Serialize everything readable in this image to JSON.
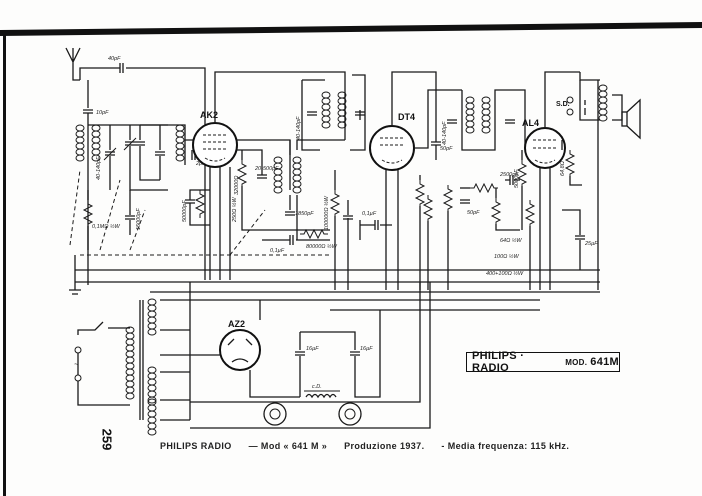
{
  "title_box": {
    "brand": "PHILIPS · RADIO",
    "mod_label": "MOD.",
    "model": "641M"
  },
  "caption": {
    "brand": "PHILIPS RADIO",
    "model": "— Mod « 641 M »",
    "production": "Produzione 1937.",
    "if_freq": "- Media frequenza: 115 kHz."
  },
  "page_number": "259",
  "tubes": {
    "mixer": "AK2",
    "detector": "DT4",
    "output": "AL4",
    "rectifier": "AZ2"
  },
  "labels": {
    "speaker_switch": "S.D.",
    "choke": "c.D.",
    "c_40pf": "40pF",
    "c_10pf": "10pF",
    "c_15000pf": "15000pF",
    "r_01mohm": "0,1MΩ ½W",
    "c_2pf": "2pF",
    "c_50000pf": "50000pF",
    "r_250ohm": "250Ω ½W",
    "r_32000": "32000Ω",
    "c_20_500pf": "20-500pF",
    "c_1850pf": "1850pF",
    "c_01uf_a": "0,1µF",
    "r_80000": "80000Ω ½W",
    "r_10000": "100000Ω ½W",
    "c_40_140pf_a": "40-140pF",
    "c_40_140pf_b": "40-140pF",
    "c_50pf_a": "50pF",
    "c_50pf_b": "50pF",
    "c_2500pf": "2500pF",
    "r_64ohm": "64Ω ½W",
    "r_100ohm": "100Ω ½W",
    "r_400_100": "400+100Ω ½W",
    "c_25uf": "25µF",
    "c_16uf_a": "16µF",
    "c_16uf_b": "16µF",
    "r_64kohm": "64,8Ω",
    "c_5000pf": "5000pF",
    "c_01uf_b": "0,1µF"
  }
}
